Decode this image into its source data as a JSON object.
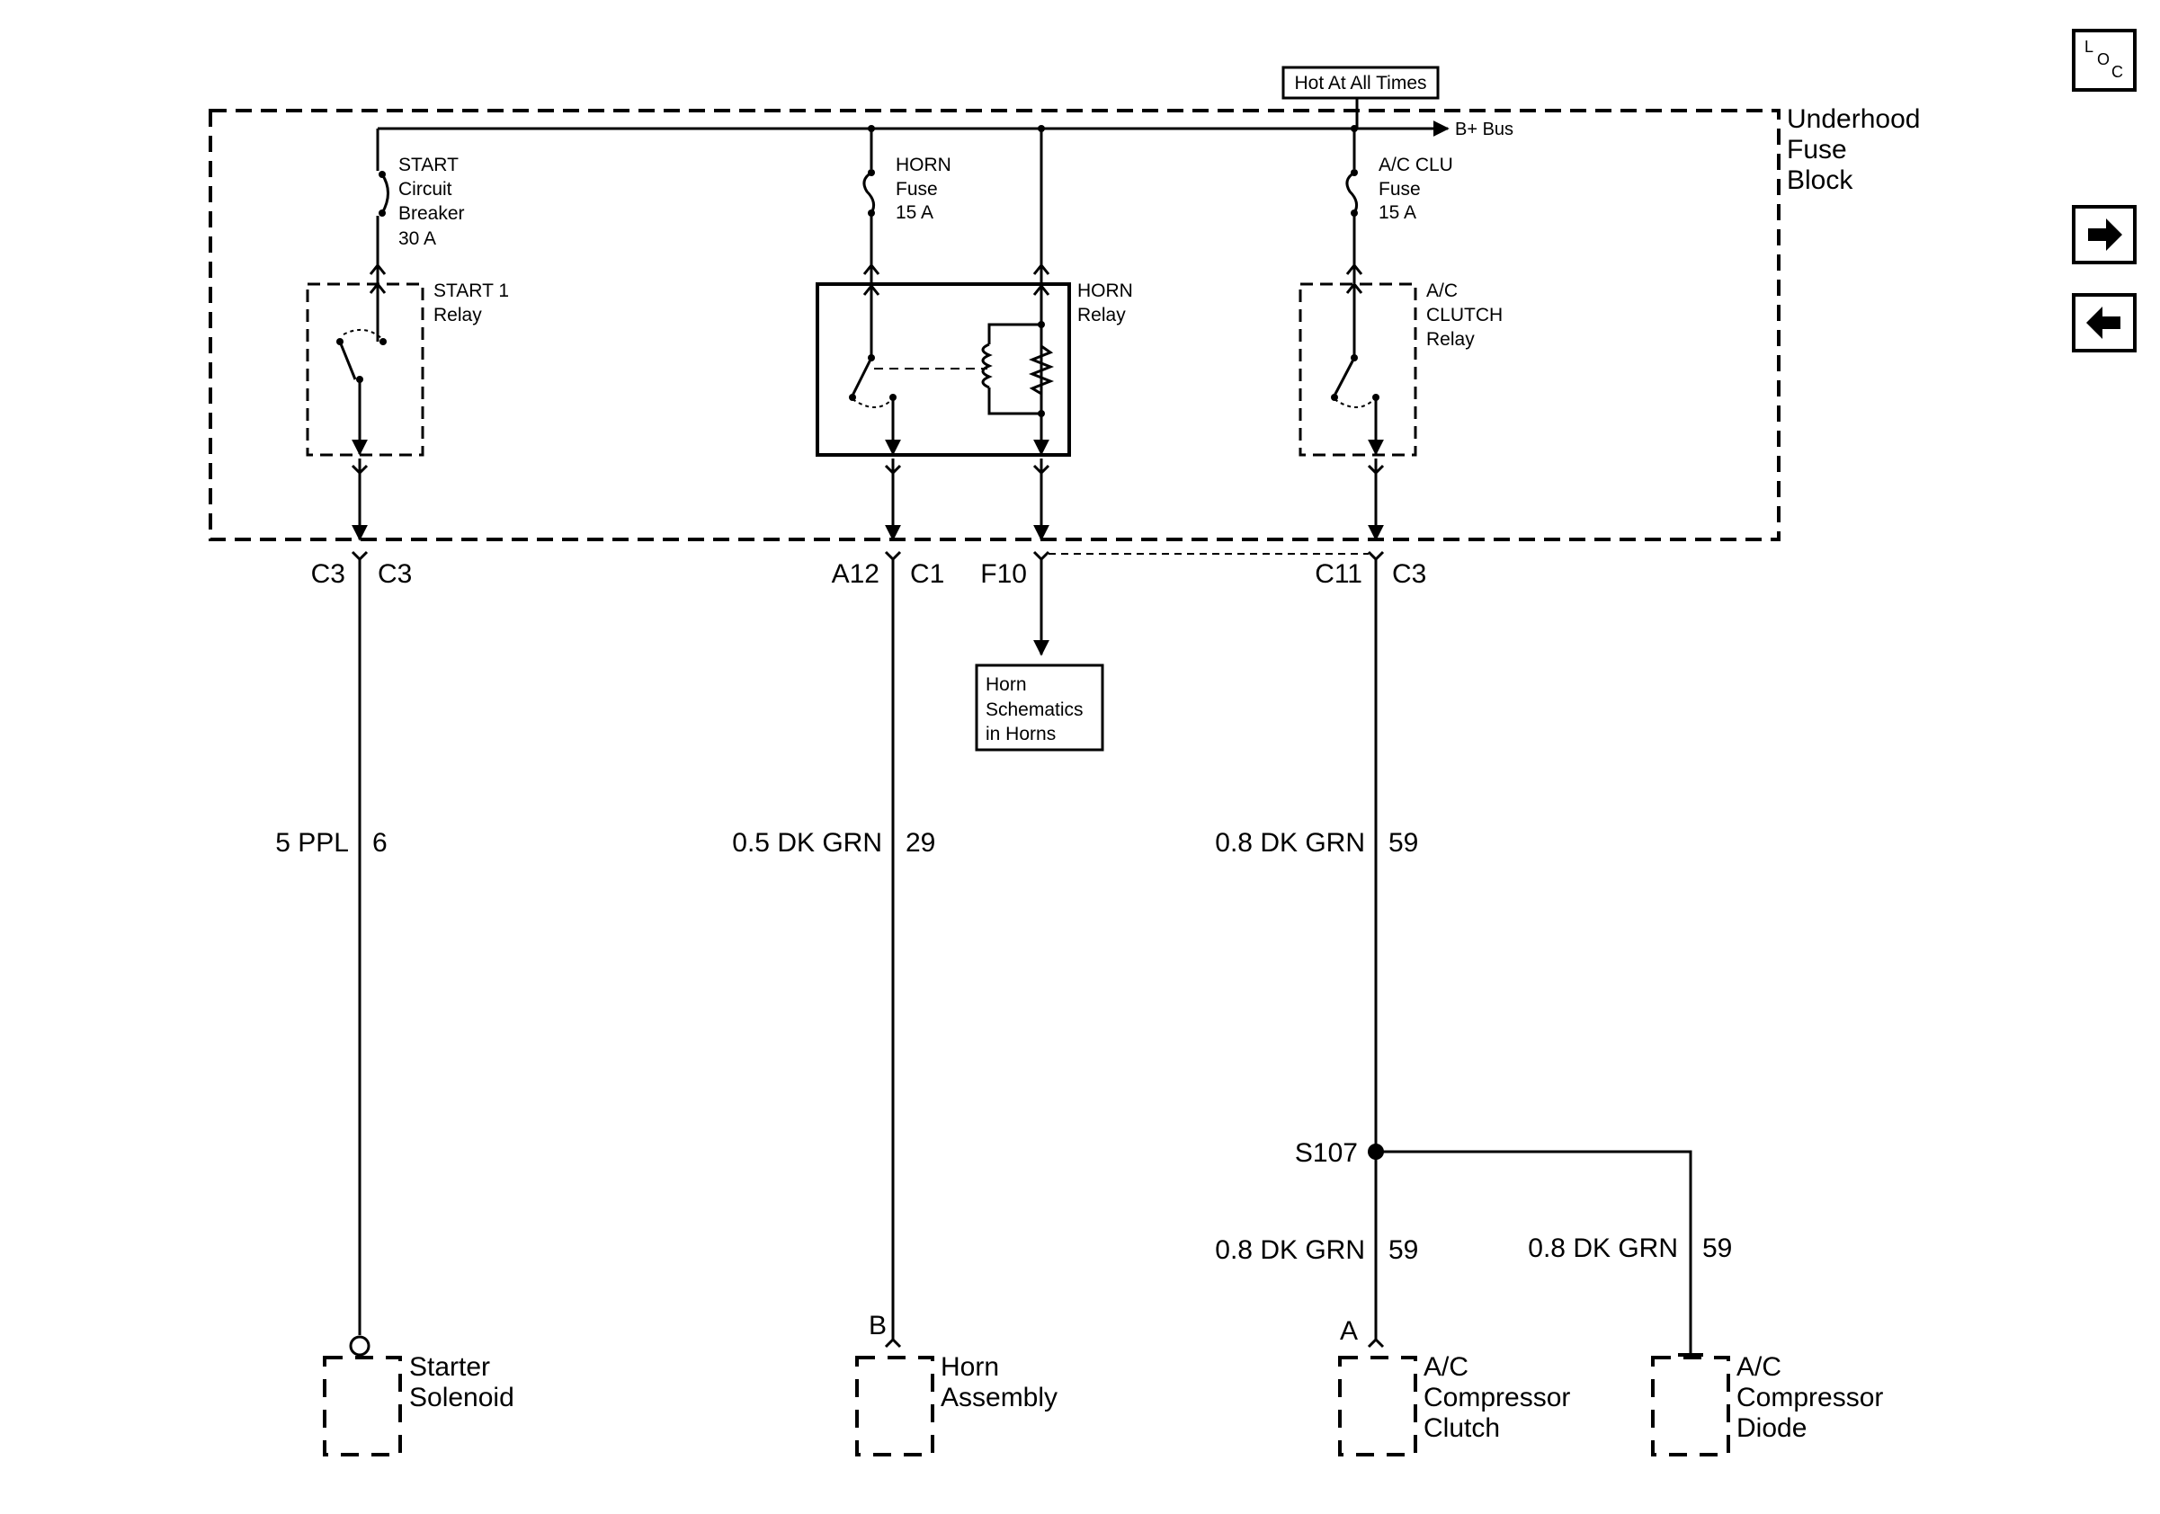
{
  "header": {
    "power_label": "Hot At All Times"
  },
  "fuse_block": {
    "label_line1": "Underhood",
    "label_line2": "Fuse",
    "label_line3": "Block",
    "bus_label": "B+ Bus"
  },
  "start_breaker": {
    "l1": "START",
    "l2": "Circuit",
    "l3": "Breaker",
    "l4": "30 A"
  },
  "horn_fuse": {
    "l1": "HORN",
    "l2": "Fuse",
    "l3": "15 A"
  },
  "ac_fuse": {
    "l1": "A/C CLU",
    "l2": "Fuse",
    "l3": "15 A"
  },
  "start_relay": {
    "l1": "START 1",
    "l2": "Relay"
  },
  "horn_relay": {
    "l1": "HORN",
    "l2": "Relay"
  },
  "ac_relay": {
    "l1": "A/C",
    "l2": "CLUTCH",
    "l3": "Relay"
  },
  "connectors": {
    "start_left": "C3",
    "start_right": "C3",
    "horn_left": "A12",
    "horn_right": "C1",
    "f10": "F10",
    "ac_left": "C11",
    "ac_right": "C3"
  },
  "horn_ref": {
    "l1": "Horn",
    "l2": "Schematics",
    "l3": "in Horns"
  },
  "wires": {
    "start": {
      "color": "5 PPL",
      "circuit": "6"
    },
    "horn": {
      "color": "0.5 DK GRN",
      "circuit": "29"
    },
    "ac": {
      "color": "0.8 DK GRN",
      "circuit": "59"
    },
    "ac_clutch": {
      "color": "0.8 DK GRN",
      "circuit": "59"
    },
    "ac_diode": {
      "color": "0.8 DK GRN",
      "circuit": "59"
    }
  },
  "splice": "S107",
  "components": {
    "starter": {
      "l1": "Starter",
      "l2": "Solenoid"
    },
    "horn": {
      "pin": "B",
      "l1": "Horn",
      "l2": "Assembly"
    },
    "ac_clutch": {
      "pin": "A",
      "l1": "A/C",
      "l2": "Compressor",
      "l3": "Clutch"
    },
    "ac_diode": {
      "l1": "A/C",
      "l2": "Compressor",
      "l3": "Diode"
    }
  },
  "nav": {
    "loc_icon": "loc-icon",
    "forward_icon": "right-arrow-icon",
    "back_icon": "left-arrow-icon"
  }
}
